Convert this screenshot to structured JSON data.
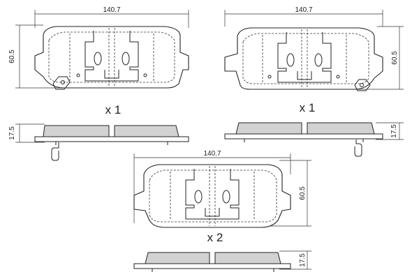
{
  "pads": [
    {
      "id": "top-left",
      "width_label": "140.7",
      "height_label": "60.5",
      "thickness_label": "17.5",
      "quantity_label": "x 1",
      "wear_indicator": "bottom-left"
    },
    {
      "id": "top-right",
      "width_label": "140.7",
      "height_label": "60.5",
      "thickness_label": "17.5",
      "quantity_label": "x 1",
      "wear_indicator": "bottom-right"
    },
    {
      "id": "bottom-center",
      "width_label": "140.7",
      "height_label": "60.5",
      "thickness_label": "17.5",
      "quantity_label": "x 2",
      "wear_indicator": "none"
    }
  ],
  "colors": {
    "line": "#222222",
    "friction_material": "#d2d2d2",
    "background": "#ffffff"
  }
}
